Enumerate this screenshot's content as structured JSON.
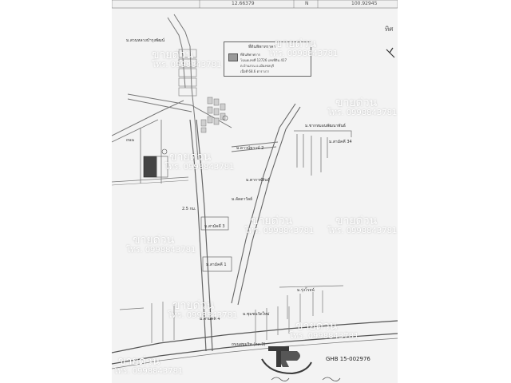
{
  "header": {
    "coord_left": "12.66379",
    "coord_mid": "N",
    "coord_right": "100.92945",
    "corner": "ทิศ"
  },
  "watermarks": [
    {
      "title": "ขายด่วน",
      "phone": "โทร. 0998843781"
    },
    {
      "title": "ขายด่วน",
      "phone": "โทร. 0998843781"
    },
    {
      "title": "ขายด่วน",
      "phone": "โทร. 0998843781"
    },
    {
      "title": "ขายด่วน",
      "phone": "โทร. 0998843781"
    },
    {
      "title": "ขายด่วน",
      "phone": "โทร. 0998843781"
    },
    {
      "title": "ขายด่วน",
      "phone": "โทร. 0998843781"
    },
    {
      "title": "ขายด่วน",
      "phone": "โทร. 0998843781"
    },
    {
      "title": "ขายด่วน",
      "phone": "โทร. 0998843781"
    },
    {
      "title": "ขายด่วน",
      "phone": "โทร. 0998843781"
    },
    {
      "title": "ขายด่วน",
      "phone": "โทร. 0998843781"
    }
  ],
  "labels": {
    "village_top": "ม.สวนหลวงบำรุงพัฒน์",
    "village_mid": "ม.ดาวน์ทาวน์ 2",
    "village_wat": "ม.ตากาฬสินธุ์",
    "village_34": "ม.สามัคคี 34",
    "village_right": "ม.ชากหมอนพัฒนาพันธ์",
    "village_lake": "ม.ลัดดาวัลย์",
    "village_3": "ม.สามัคคี 3",
    "village_1": "ม.สามัคคี 1",
    "village_4": "ม.สามัคคี 4",
    "village_right2": "ม.รุ่งโรจน์",
    "village_bottom": "ม.ชุมชนวัดใหม่",
    "road_bottom": "ถนนสุขุมวิท (ทล.3)",
    "scale_text": "2.5 กม.",
    "note_left": "ถนน"
  },
  "legend": {
    "title": "ที่ดินพิพาทราคา",
    "line1": "ที่ดินพิพาทการ",
    "line2": "โฉนดเลขที่ 12726 เลขที่ดิน 417",
    "line3": "ต.บ้านสวน อ.เมืองชลบุรี",
    "line4": "เนื้อที่ 68.6 ตารางวา"
  },
  "footer": {
    "ref_code": "GHB  15-002976"
  }
}
